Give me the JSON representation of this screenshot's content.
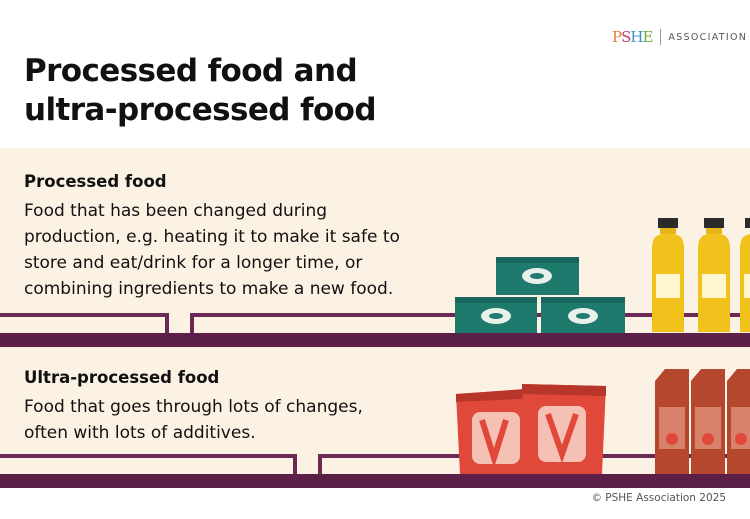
{
  "logo": {
    "mark_letters": [
      {
        "char": "P",
        "color": "#e07b39"
      },
      {
        "char": "S",
        "color": "#c43d6b"
      },
      {
        "char": "H",
        "color": "#3b8fc8"
      },
      {
        "char": "E",
        "color": "#6cae3e"
      }
    ],
    "text": "ASSOCIATION"
  },
  "title": {
    "line1": "Processed food and",
    "line2": "ultra-processed food"
  },
  "sections": [
    {
      "heading": "Processed food",
      "body": "Food that has been changed during\nproduction, e.g. heating it to make it safe to\nstore and eat/drink for a longer time, or\ncombining ingredients to make a new food."
    },
    {
      "heading": "Ultra-processed food",
      "body": "Food that goes through lots of changes,\noften with lots of additives."
    }
  ],
  "footer": "© PSHE Association  2025",
  "colors": {
    "background": "#ffffff",
    "panel": "#fcf2e4",
    "shelf": "#5c1f47",
    "can": "#1f7a6e",
    "bottle": "#f2c21c",
    "packet": "#e0483a",
    "carton": "#b5472f"
  },
  "icons": [
    "tin-can-icon",
    "oil-bottle-icon",
    "crisp-packet-icon",
    "juice-carton-icon"
  ]
}
